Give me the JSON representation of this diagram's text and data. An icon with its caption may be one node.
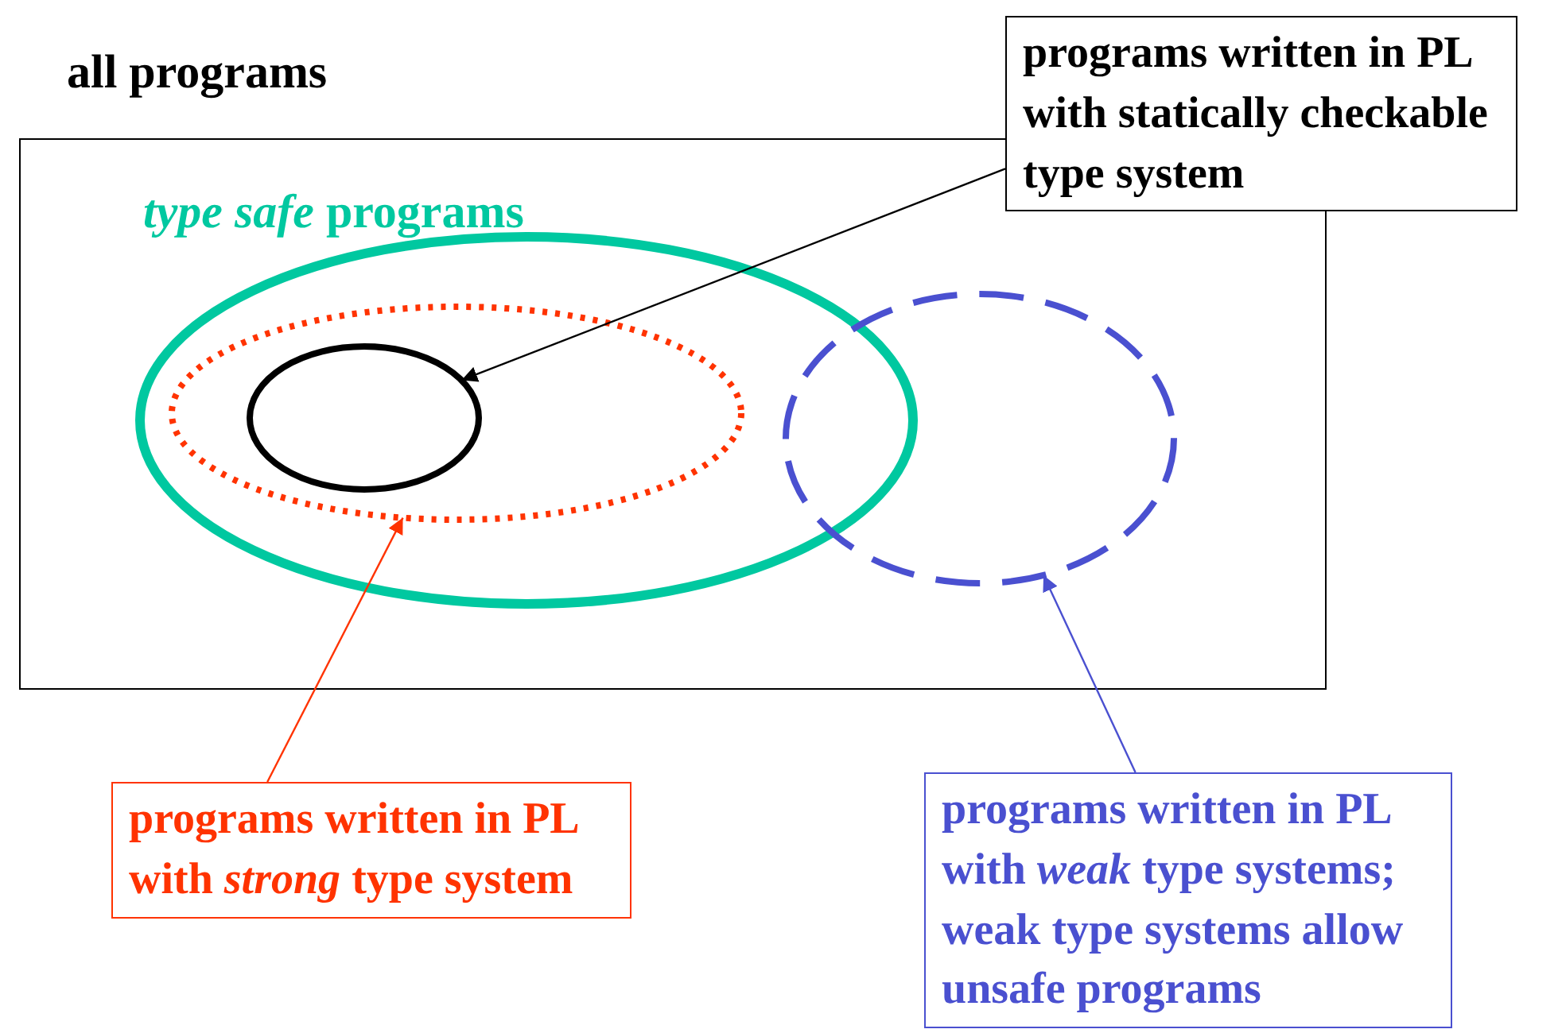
{
  "diagram": {
    "nodes": [
      {
        "text": [
          "all programs"
        ]
      },
      {
        "text": [
          "*type safe* programs"
        ],
        "in": 0
      },
      {
        "text": [],
        "shape": "circle",
        "in": 1
      },
      {
        "text": [],
        "shape": "circle",
        "in": 2
      },
      {
        "text": [],
        "shape": "circle",
        "in": 0
      },
      {
        "text": [
          "programs written in PL with statically checkable type system"
        ]
      },
      {
        "text": [
          "programs written in PL with *strong* type system"
        ]
      },
      {
        "text": [
          "programs written in PL with *weak* type systems; weak type systems allow unsafe programs"
        ]
      }
    ],
    "edges": [
      {
        "from": 5,
        "to": 3,
        "arrow": "to"
      },
      {
        "from": 6,
        "to": 2,
        "arrow": "to",
        "color": "#ff3300"
      },
      {
        "from": 7,
        "to": 4,
        "arrow": "to",
        "color": "#4a50d0"
      }
    ]
  }
}
